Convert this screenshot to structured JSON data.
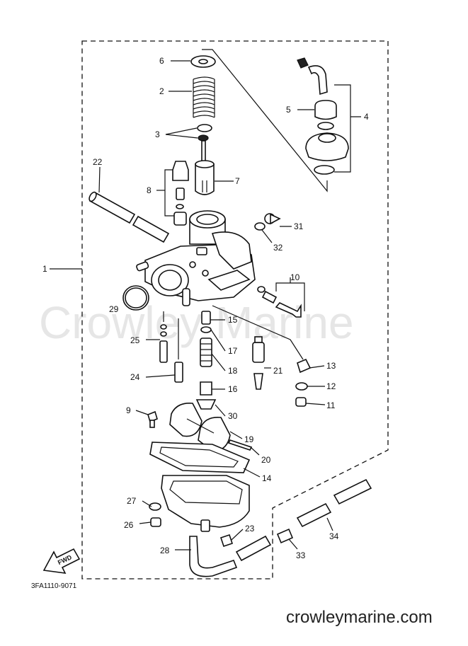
{
  "watermark": "Crowley Marine",
  "diagram_code": "3FA1110-9071",
  "site_url": "crowleymarine.com",
  "fwd_label": "FWD",
  "callouts": [
    "1",
    "2",
    "3",
    "4",
    "5",
    "6",
    "7",
    "8",
    "9",
    "10",
    "11",
    "12",
    "13",
    "14",
    "15",
    "16",
    "17",
    "18",
    "19",
    "20",
    "21",
    "22",
    "23",
    "24",
    "25",
    "26",
    "27",
    "28",
    "29",
    "30",
    "31",
    "32",
    "33",
    "34"
  ]
}
